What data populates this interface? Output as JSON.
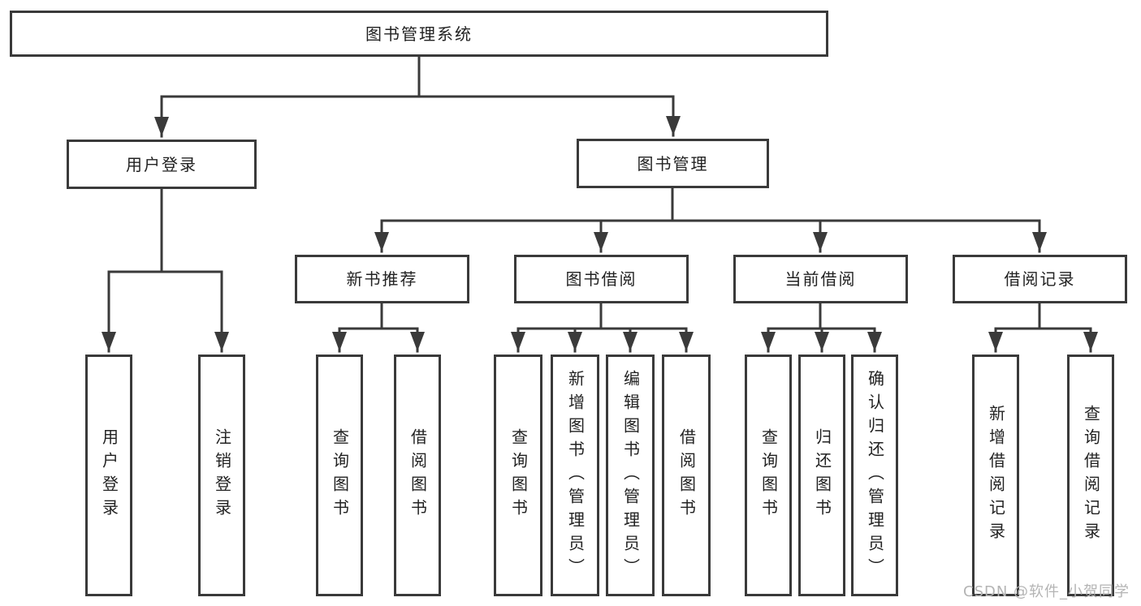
{
  "diagram": {
    "title": "图书管理系统",
    "root": {
      "label": "图书管理系统"
    },
    "branches": [
      {
        "label": "用户登录",
        "children": [
          {
            "label": "用户登录"
          },
          {
            "label": "注销登录"
          }
        ]
      },
      {
        "label": "图书管理",
        "children": [
          {
            "label": "新书推荐",
            "children": [
              {
                "label": "查询图书"
              },
              {
                "label": "借阅图书"
              }
            ]
          },
          {
            "label": "图书借阅",
            "children": [
              {
                "label": "查询图书"
              },
              {
                "label": "新增图书（管理员）"
              },
              {
                "label": "编辑图书（管理员）"
              },
              {
                "label": "借阅图书"
              }
            ]
          },
          {
            "label": "当前借阅",
            "children": [
              {
                "label": "查询图书"
              },
              {
                "label": "归还图书"
              },
              {
                "label": "确认归还（管理员）"
              }
            ]
          },
          {
            "label": "借阅记录",
            "children": [
              {
                "label": "新增借阅记录"
              },
              {
                "label": "查询借阅记录"
              }
            ]
          }
        ]
      }
    ]
  },
  "watermark": {
    "text": "CSDN @软件_小贺同学"
  },
  "colors": {
    "line": "#3a3a3a",
    "box_border": "#3a3a3a",
    "text": "#222222",
    "background": "#ffffff",
    "watermark": "#b4b4b4"
  }
}
